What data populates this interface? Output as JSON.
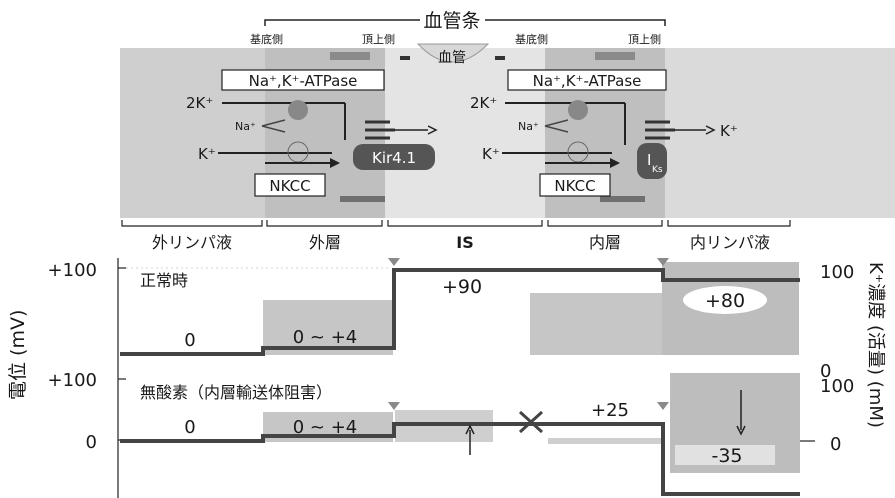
{
  "top": {
    "bracket_title": "血管条",
    "vessel_label": "血管",
    "left_basal": "基底側",
    "left_apical": "頂上側",
    "right_basal": "基底側",
    "right_apical": "頂上側"
  },
  "left_cell": {
    "pump": "Na⁺,K⁺-ATPase",
    "two_k": "2K⁺",
    "na": "Na⁺",
    "k": "K⁺",
    "nkcc": "NKCC",
    "channel": "Kir4.1"
  },
  "right_cell": {
    "pump": "Na⁺,K⁺-ATPase",
    "two_k": "2K⁺",
    "na": "Na⁺",
    "k": "K⁺",
    "k_out": "K⁺",
    "nkcc": "NKCC",
    "channel_main": "I",
    "channel_sub": "Ks"
  },
  "regions": [
    "外リンパ液",
    "外層",
    "IS",
    "内層",
    "内リンパ液"
  ],
  "left_axis": {
    "label": "電位 (mV)",
    "top_tick_upper": "+100",
    "top_tick_lower": "+100",
    "zero_lower": "0"
  },
  "right_axis": {
    "label": "K⁺濃度 (活量) (mM)",
    "upper_100": "100",
    "upper_0": "0",
    "lower_100": "100",
    "lower_0": "0"
  },
  "panel_normal": {
    "title": "正常時",
    "v_perilymph": "0",
    "v_outer": "0 ~ +4",
    "v_is": "+90",
    "v_endolymph": "+80"
  },
  "panel_anoxia": {
    "title": "無酸素（内層輸送体阻害）",
    "v_perilymph": "0",
    "v_outer": "0 ~ +4",
    "v_is": "+25",
    "v_endolymph": "-35"
  },
  "colors": {
    "cell_gray": "#c9c9c9",
    "dark_gray": "#555555",
    "band_gray": "#bdbdbd",
    "triangle": "#8a8a8a"
  }
}
